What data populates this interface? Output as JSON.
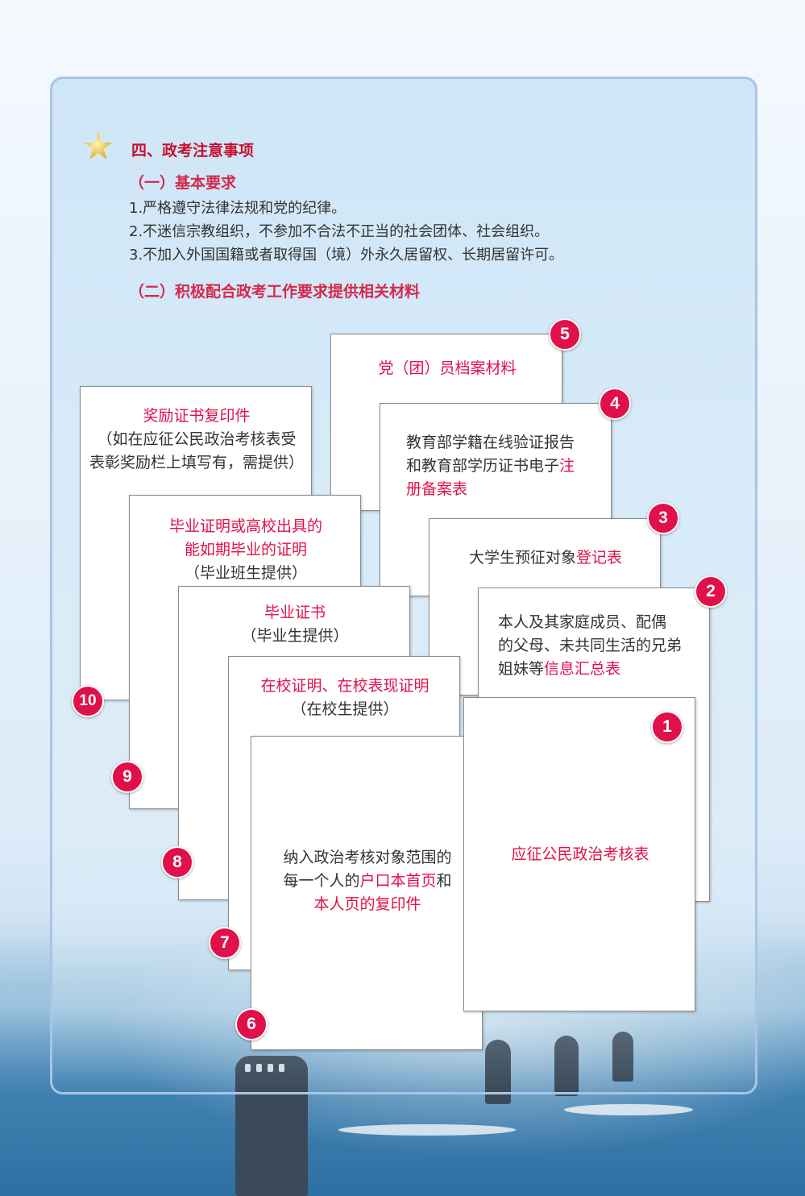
{
  "heading": "四、政考注意事项",
  "section1": {
    "title": "（一）基本要求",
    "items": [
      "1.严格遵守法律法规和党的纪律。",
      "2.不迷信宗教组织，不参加不合法不正当的社会团体、社会组织。",
      "3.不加入外国国籍或者取得国（境）外永久居留权、长期居留许可。"
    ]
  },
  "section2": {
    "title": "（二）积极配合政考工作要求提供相关材料"
  },
  "cards": {
    "c10": {
      "num": "10",
      "line1": "奖励证书复印件",
      "line2": "（如在应征公民政治考核表受",
      "line3": "表彰奖励栏上填写有，需提供）"
    },
    "c5": {
      "num": "5",
      "line1": "党（团）员档案材料"
    },
    "c4": {
      "num": "4",
      "line1": "教育部学籍在线验证报告",
      "line2a": "和教育部学历证书电子",
      "line2b": "注",
      "line3": "册备案表"
    },
    "c9": {
      "num": "9",
      "line1": "毕业证明或高校出具的",
      "line2": "能如期毕业的证明",
      "line3": "（毕业班生提供）"
    },
    "c3": {
      "num": "3",
      "line1a": "大学生预征对象",
      "line1b": "登记表"
    },
    "c8": {
      "num": "8",
      "line1": "毕业证书",
      "line2": "（毕业生提供）"
    },
    "c2": {
      "num": "2",
      "line1": "本人及其家庭成员、配偶",
      "line2": "的父母、未共同生活的兄弟",
      "line3a": "姐妹等",
      "line3b": "信息汇总表"
    },
    "c7": {
      "num": "7",
      "line1": "在校证明、在校表现证明",
      "line2": "（在校生提供）"
    },
    "c6": {
      "num": "6",
      "line1": "纳入政治考核对象范围的",
      "line2a": "每一个人的",
      "line2b": "户口本首页",
      "line2c": "和",
      "line3": "本人页的复印件"
    },
    "c1": {
      "num": "1",
      "line1": "应征公民政治考核表"
    }
  }
}
